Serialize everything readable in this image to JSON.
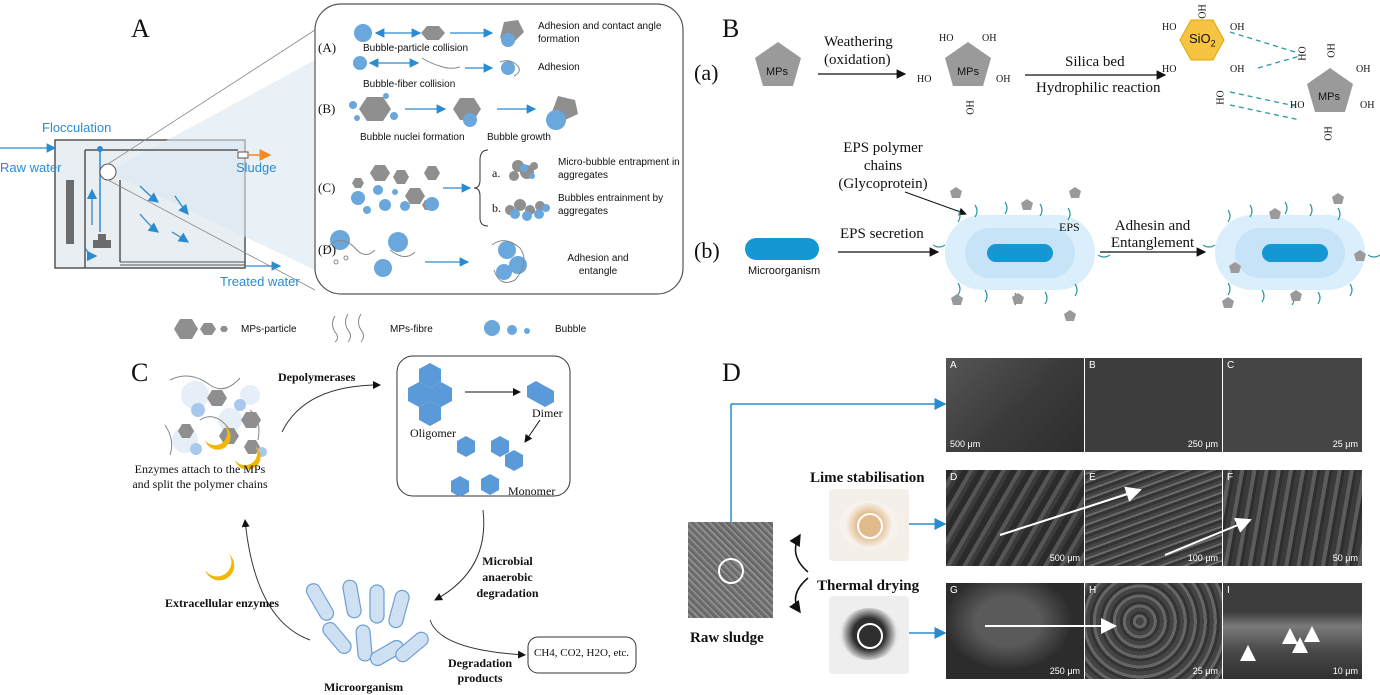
{
  "panels": {
    "a": "A",
    "b": "B",
    "c": "C",
    "d": "D"
  },
  "panelA": {
    "flocculation": "Flocculation",
    "raw_water": "Raw water",
    "sludge": "Sludge",
    "treated_water": "Treated water",
    "mechanisms": [
      {
        "label": "(A)",
        "row1_text": "Adhesion and contact angle formation",
        "row1_caption": "Bubble-particle collision",
        "row2_text": "Adhesion",
        "row2_caption": "Bubble-fiber collision"
      },
      {
        "label": "(B)",
        "caption1": "Bubble nuclei formation",
        "caption2": "Bubble growth"
      },
      {
        "label": "(C)",
        "a": "a.",
        "a_text": "Micro-bubble entrapment in aggregates",
        "b": "b.",
        "b_text": "Bubbles entrainment by aggregates"
      },
      {
        "label": "(D)",
        "text": "Adhesion and entangle"
      }
    ],
    "legend": {
      "particle": "MPs-particle",
      "fibre": "MPs-fibre",
      "bubble": "Bubble"
    }
  },
  "panelB": {
    "a_label": "(a)",
    "b_label": "(b)",
    "mps": "MPs",
    "weathering": "Weathering",
    "oxidation": "(oxidation)",
    "oh": "OH",
    "ho": "HO",
    "silica_bed": "Silica bed",
    "hydrophilic": "Hydrophilic reaction",
    "sio2": "SiO",
    "sio2_sub": "2",
    "eps_chains_1": "EPS polymer",
    "eps_chains_2": "chains",
    "eps_chains_3": "(Glycoprotein)",
    "eps_secretion": "EPS secretion",
    "eps": "EPS",
    "adhesin_1": "Adhesin and",
    "adhesin_2": "Entanglement",
    "microorganism": "Microorganism"
  },
  "panelC": {
    "depolymerases": "Depolymerases",
    "oligomer": "Oligomer",
    "dimer": "Dimer",
    "monomer": "Monomer",
    "enzymes_attach": "Enzymes attach to the MPs and split the polymer chains",
    "extracellular": "Extracellular enzymes",
    "microbial_1": "Microbial",
    "microbial_2": "anaerobic",
    "microbial_3": "degradation",
    "microorganism": "Microorganism",
    "products_1": "Degradation",
    "products_2": "products",
    "products_box": "CH4, CO2, H2O, etc."
  },
  "panelD": {
    "raw_sludge": "Raw sludge",
    "lime": "Lime stabilisation",
    "thermal": "Thermal drying",
    "sem": [
      {
        "letter": "A",
        "scale": "500 μm"
      },
      {
        "letter": "B",
        "scale": "250 μm"
      },
      {
        "letter": "C",
        "scale": "25 μm"
      },
      {
        "letter": "D",
        "scale": "500 μm"
      },
      {
        "letter": "E",
        "scale": "100 μm"
      },
      {
        "letter": "F",
        "scale": "50 μm"
      },
      {
        "letter": "G",
        "scale": "250 μm"
      },
      {
        "letter": "H",
        "scale": "25 μm"
      },
      {
        "letter": "I",
        "scale": "10 μm"
      }
    ]
  },
  "colors": {
    "blue": "#2a8bd0",
    "bubble": "#6aa7dd",
    "gray": "#8f8f8f",
    "hex_blue": "#4f8fd6",
    "yellow": "#f2b705",
    "sio2": "#f6c342"
  }
}
